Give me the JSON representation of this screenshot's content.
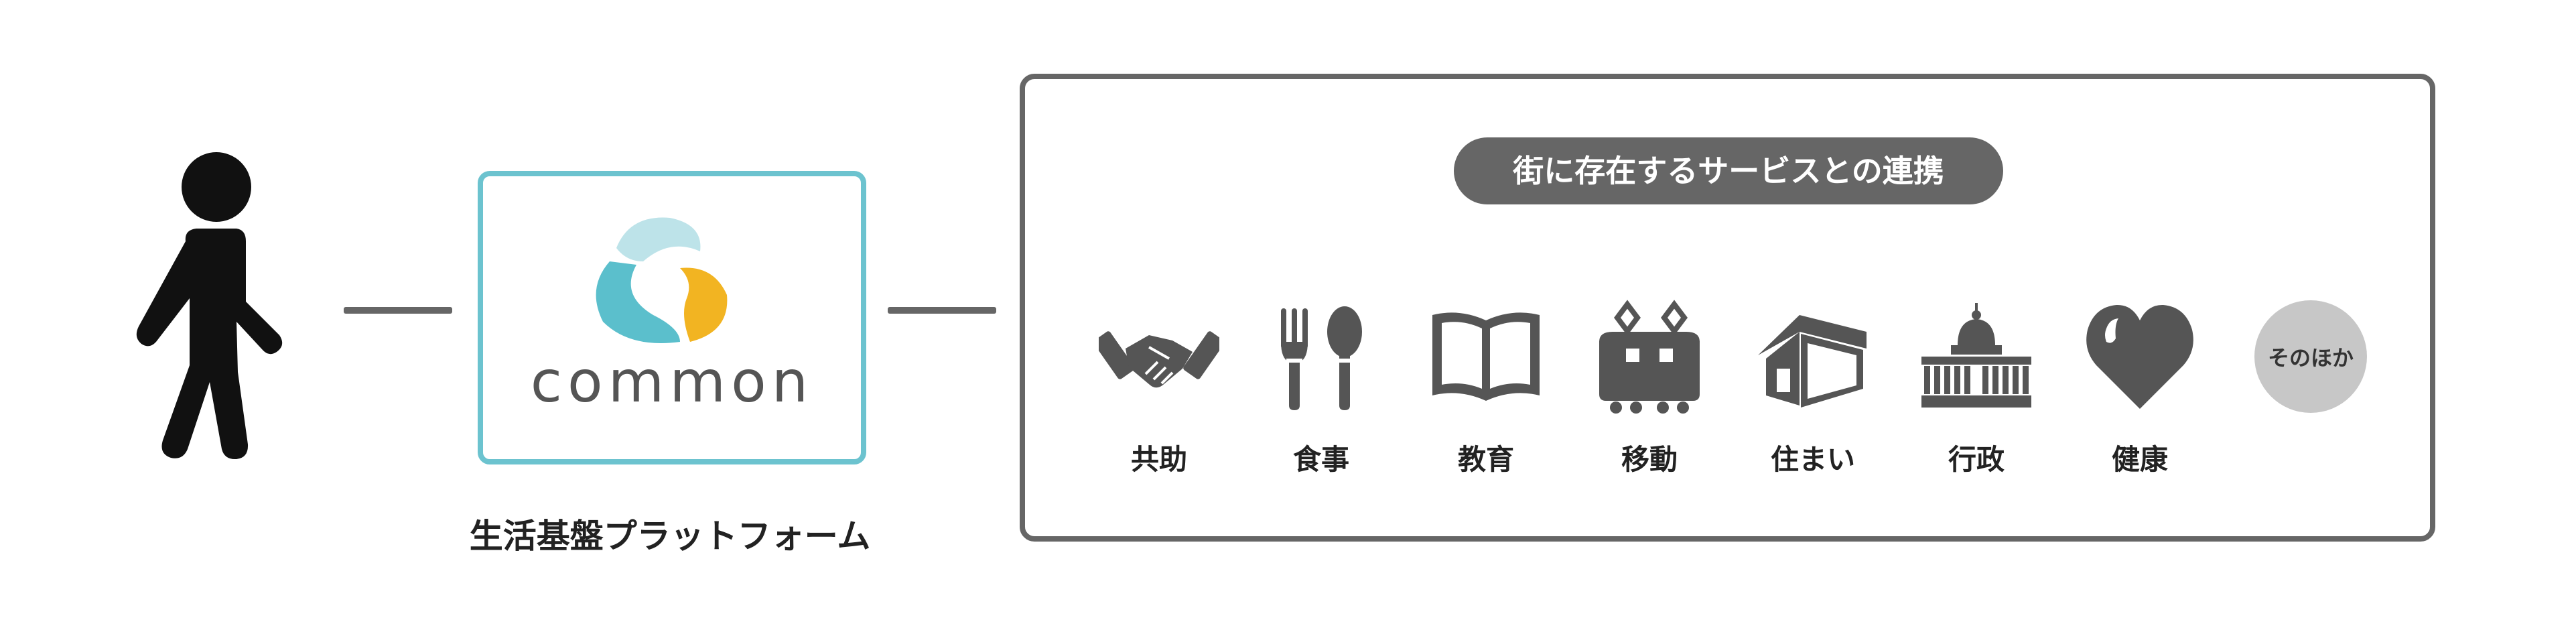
{
  "platform": {
    "logo_text": "common",
    "label": "生活基盤プラットフォーム",
    "border_color": "#6cc3cf",
    "logo_colors": {
      "light": "#bde3e9",
      "teal": "#5bbfcc",
      "yellow": "#f2b422"
    }
  },
  "services": {
    "title": "街に存在するサービスとの連携",
    "items": [
      {
        "label": "共助",
        "icon": "handshake-icon"
      },
      {
        "label": "食事",
        "icon": "fork-spoon-icon"
      },
      {
        "label": "教育",
        "icon": "book-icon"
      },
      {
        "label": "移動",
        "icon": "train-icon"
      },
      {
        "label": "住まい",
        "icon": "house-icon"
      },
      {
        "label": "行政",
        "icon": "capitol-icon"
      },
      {
        "label": "健康",
        "icon": "heart-icon"
      }
    ],
    "other": "そのほか"
  },
  "colors": {
    "icon": "#555555",
    "frame": "#666666",
    "text": "#222222"
  }
}
